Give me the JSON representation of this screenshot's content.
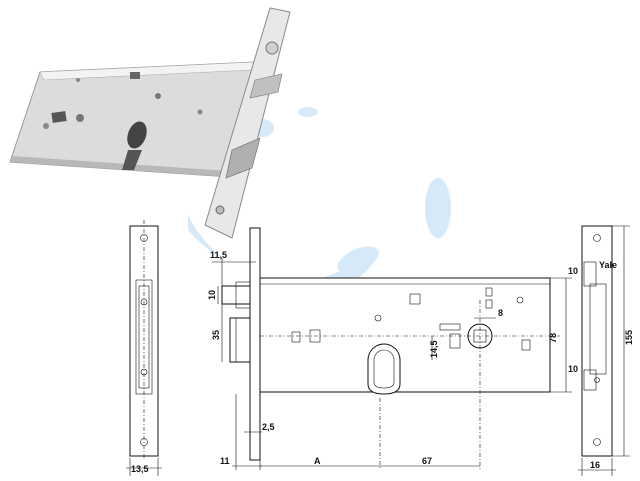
{
  "colors": {
    "watermark": "#cfe6f7",
    "metal_light": "#eeeeee",
    "metal_mid": "#cfcfcf",
    "metal_dark": "#8a8a8a",
    "line": "#111111"
  },
  "dimensions": {
    "d_11_5": "11,5",
    "d_10_left": "10",
    "d_35": "35",
    "d_2_5": "2,5",
    "d_11_bottom": "11",
    "d_A": "A",
    "d_67": "67",
    "d_14_5": "14,5",
    "d_8": "8",
    "d_78": "78",
    "d_13_5": "13,5",
    "d_10_right_top": "10",
    "d_10_right_bottom": "10",
    "d_155": "155",
    "d_16": "16"
  },
  "brand_mark": "Yale"
}
